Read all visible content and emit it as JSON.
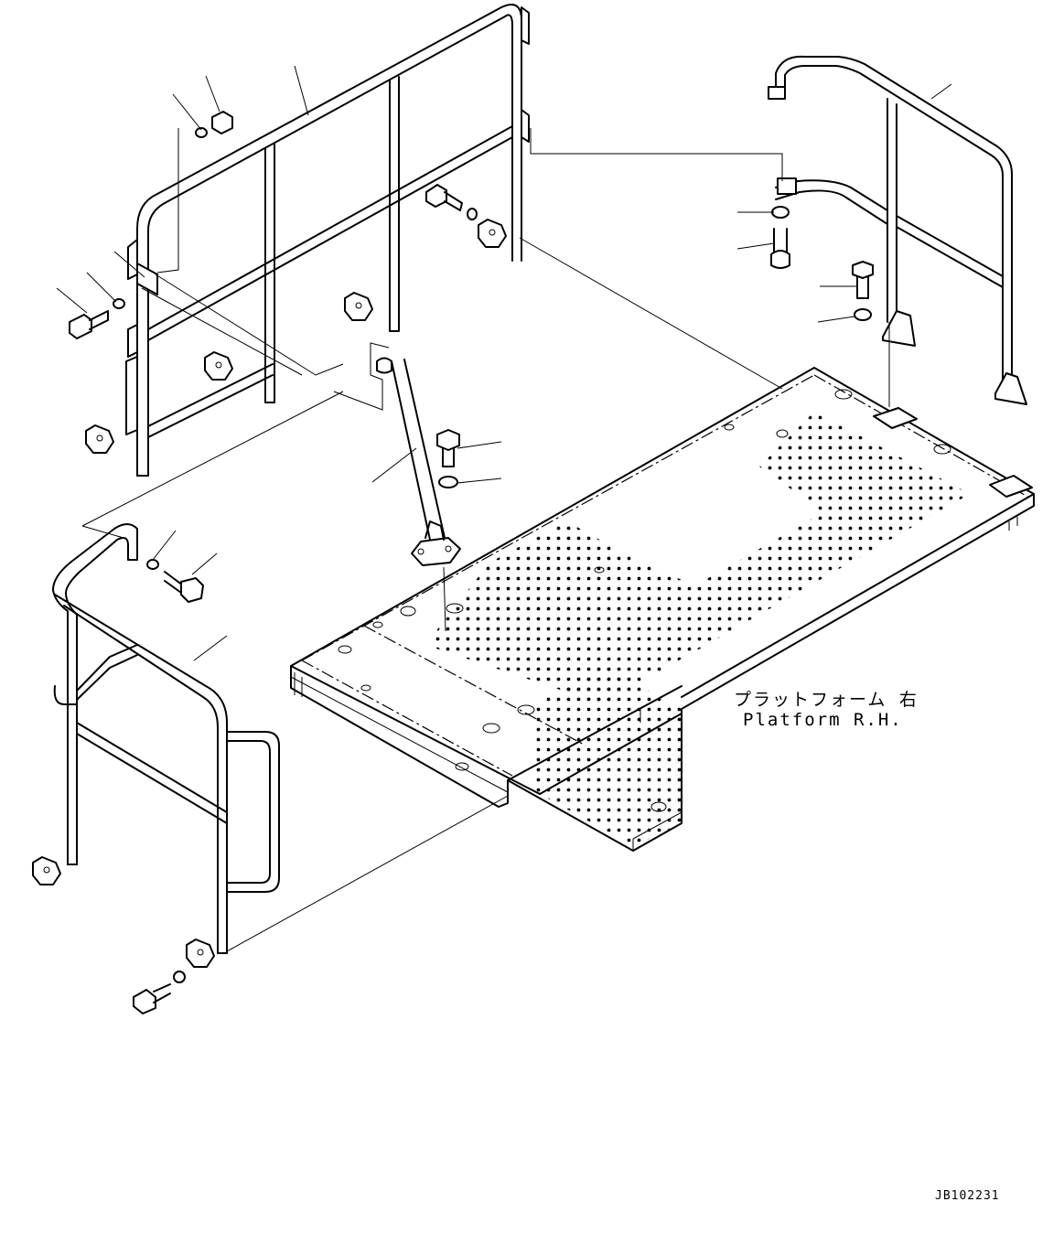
{
  "diagram": {
    "part_label_jp": "プラットフォーム 右",
    "part_label_en": "Platform R.H.",
    "drawing_code": "JB102231"
  }
}
